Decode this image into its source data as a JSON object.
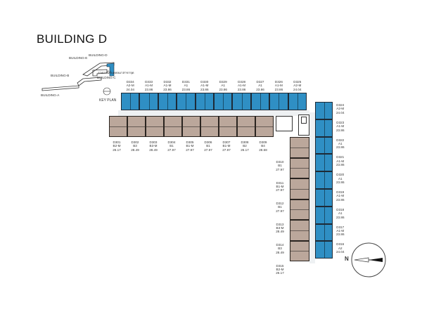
{
  "title": "BUILDING D",
  "keyplan": {
    "buildings": [
      "BUILDING-E",
      "BUILDING-D",
      "BUILDING-B",
      "BUILDING-C",
      "BUILDING-A"
    ],
    "thai_note": "อาคารนี้ที่บุคคลมาสาขาจุด",
    "caption": "KEY PLAN"
  },
  "compass": {
    "north_label": "N"
  },
  "colors": {
    "type_a": "#2f8fc4",
    "type_b": "#bba79b",
    "outline": "#222222",
    "corridor": "#eef1f3"
  },
  "top_units": [
    {
      "code": "D334",
      "type": "A2-M",
      "area": "24.04"
    },
    {
      "code": "D333",
      "type": "A1-M",
      "area": "23.86"
    },
    {
      "code": "D332",
      "type": "A1-M",
      "area": "23.86"
    },
    {
      "code": "D331",
      "type": "A1",
      "area": "23.86"
    },
    {
      "code": "D330",
      "type": "A1-M",
      "area": "23.86"
    },
    {
      "code": "D329",
      "type": "A1",
      "area": "23.86"
    },
    {
      "code": "D328",
      "type": "A1-M",
      "area": "23.86"
    },
    {
      "code": "D327",
      "type": "A1",
      "area": "23.86"
    },
    {
      "code": "D326",
      "type": "A1-M",
      "area": "23.86"
    },
    {
      "code": "D325",
      "type": "A2-M",
      "area": "24.04"
    }
  ],
  "bottom_units": [
    {
      "code": "D301",
      "type": "B2-M",
      "area": "26.17"
    },
    {
      "code": "D302",
      "type": "B3",
      "area": "28.49"
    },
    {
      "code": "D303",
      "type": "B3-M",
      "area": "28.49"
    },
    {
      "code": "D304",
      "type": "B1",
      "area": "27.97"
    },
    {
      "code": "D305",
      "type": "B1-M",
      "area": "27.97"
    },
    {
      "code": "D306",
      "type": "B1",
      "area": "27.97"
    },
    {
      "code": "D307",
      "type": "B1-M",
      "area": "27.97"
    },
    {
      "code": "D308",
      "type": "B2",
      "area": "26.17"
    },
    {
      "code": "D309",
      "type": "B4",
      "area": "28.58"
    }
  ],
  "right_units": [
    {
      "code": "D324",
      "type": "A2-M",
      "area": "24.04"
    },
    {
      "code": "D323",
      "type": "A1-M",
      "area": "23.86"
    },
    {
      "code": "D322",
      "type": "A1",
      "area": "23.86"
    },
    {
      "code": "D321",
      "type": "A1-M",
      "area": "23.86"
    },
    {
      "code": "D320",
      "type": "A1",
      "area": "23.86"
    },
    {
      "code": "D319",
      "type": "A1-M",
      "area": "23.86"
    },
    {
      "code": "D318",
      "type": "A1",
      "area": "23.86"
    },
    {
      "code": "D317",
      "type": "A1-M",
      "area": "23.86"
    },
    {
      "code": "D316",
      "type": "A2",
      "area": "24.04"
    }
  ],
  "left_units": [
    {
      "code": "D310",
      "type": "B1",
      "area": "27.97"
    },
    {
      "code": "D311",
      "type": "B1-M",
      "area": "27.97"
    },
    {
      "code": "D312",
      "type": "B1",
      "area": "27.97"
    },
    {
      "code": "D313",
      "type": "B3-M",
      "area": "28.49"
    },
    {
      "code": "D314",
      "type": "B3",
      "area": "28.49"
    },
    {
      "code": "D315",
      "type": "B2-M",
      "area": "26.17"
    }
  ]
}
